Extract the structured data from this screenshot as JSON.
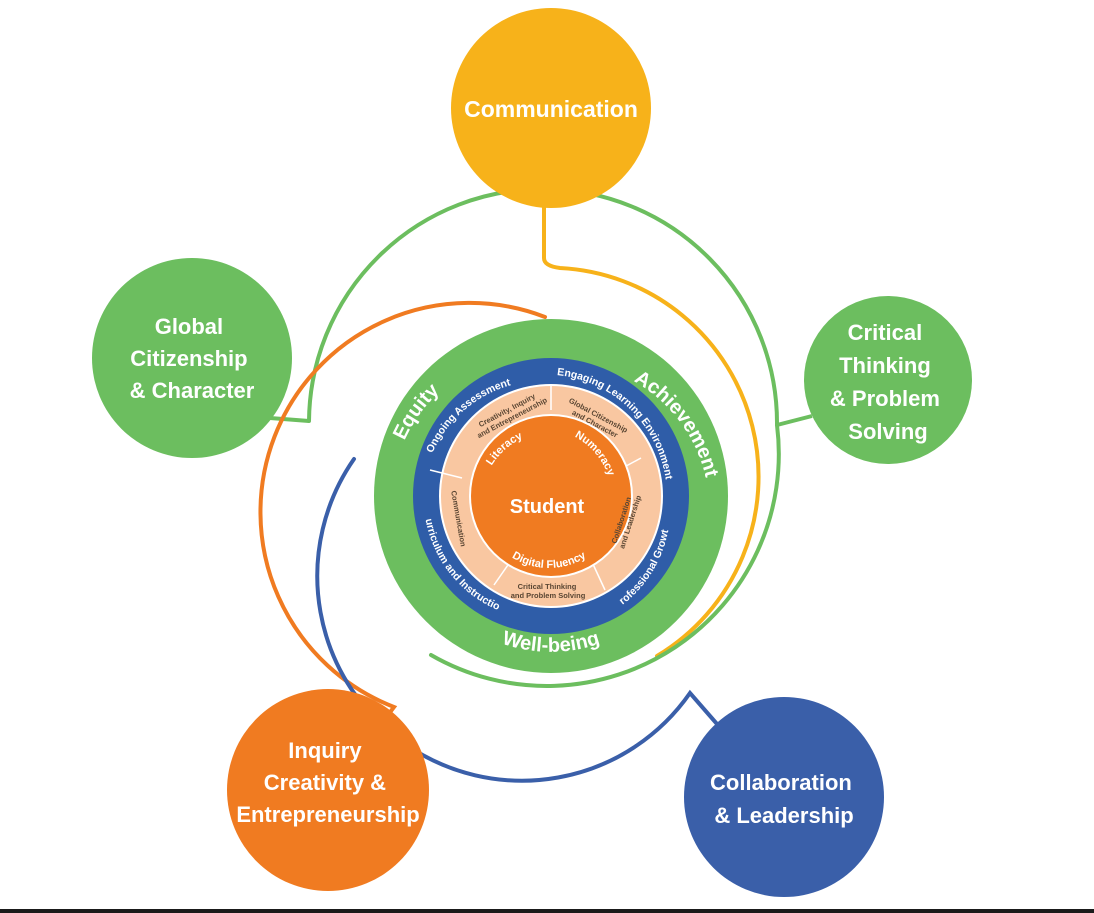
{
  "colors": {
    "yellow": "#F7B21A",
    "green": "#6CBE5F",
    "orange": "#F07B21",
    "blue": "#2F5DA8",
    "navy": "#3A5FA9",
    "peach": "#F9C7A1"
  },
  "outer_nodes": {
    "communication": [
      "Communication"
    ],
    "critical_thinking": [
      "Critical",
      "Thinking",
      "& Problem",
      "Solving"
    ],
    "global_citizenship": [
      "Global",
      "Citizenship",
      "& Character"
    ],
    "inquiry": [
      "Inquiry",
      "Creativity &",
      "Entrepreneurship"
    ],
    "collaboration": [
      "Collaboration",
      "& Leadership"
    ]
  },
  "green_ring": {
    "equity": "Equity",
    "achievement": "Achievement",
    "wellbeing": "Well-being"
  },
  "blue_ring": {
    "ongoing_assessment": "Ongoing Assessment",
    "engaging_learning": "Engaging Learning Environment",
    "professional_growth": "Professional Growth",
    "curriculum": "Curriculum and Instruction"
  },
  "peach_ring": {
    "creativity": [
      "Creativity, Inquiry",
      "and Entrepreneurship"
    ],
    "global": [
      "Global Citizenship",
      "and Character"
    ],
    "collaboration": [
      "Collaboration",
      "and Leadership"
    ],
    "critical": [
      "Critical Thinking",
      "and Problem Solving"
    ],
    "communication": "Communication"
  },
  "core": {
    "literacy": "Literacy",
    "numeracy": "Numeracy",
    "digital": "Digital Fluency",
    "student": "Student"
  }
}
